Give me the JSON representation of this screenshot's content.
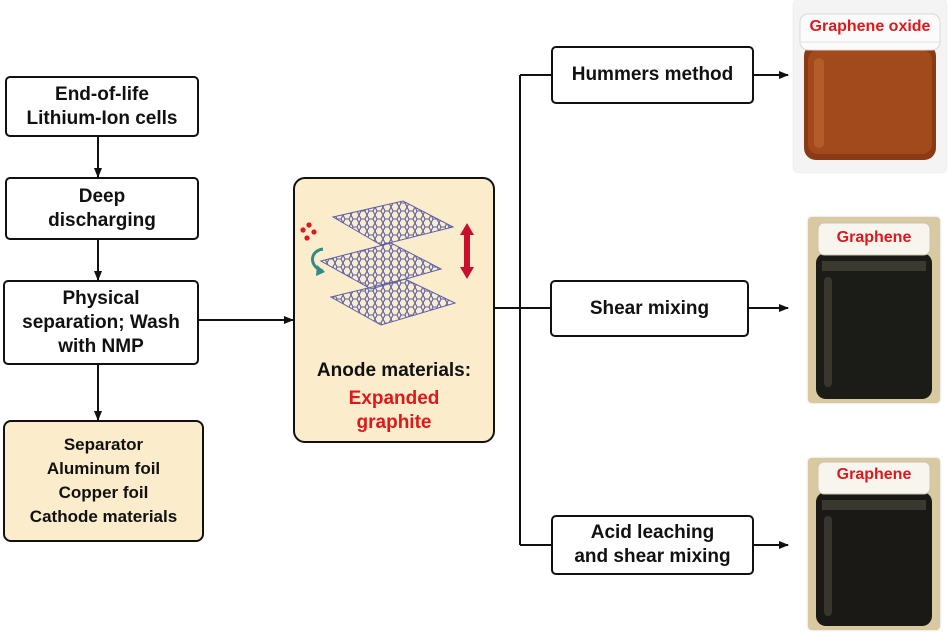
{
  "left_flow": {
    "step1": [
      "End-of-life",
      "Lithium-Ion cells"
    ],
    "step2": [
      "Deep",
      "discharging"
    ],
    "step3": [
      "Physical",
      "separation; Wash",
      "with NMP"
    ],
    "byproducts": [
      "Separator",
      "Aluminum foil",
      "Copper foil",
      "Cathode materials"
    ]
  },
  "center": {
    "title": "Anode materials:",
    "highlight": [
      "Expanded",
      "graphite"
    ]
  },
  "right_flow": {
    "method1": "Hummers method",
    "method2": "Shear mixing",
    "method3": [
      "Acid leaching",
      "and shear mixing"
    ]
  },
  "products": {
    "product1": "Graphene oxide",
    "product2": "Graphene",
    "product3": "Graphene"
  },
  "colors": {
    "highlight_red": "#e0171b",
    "box_beige": "#fbeccb",
    "graphite_lattice": "#5b5fa8"
  }
}
